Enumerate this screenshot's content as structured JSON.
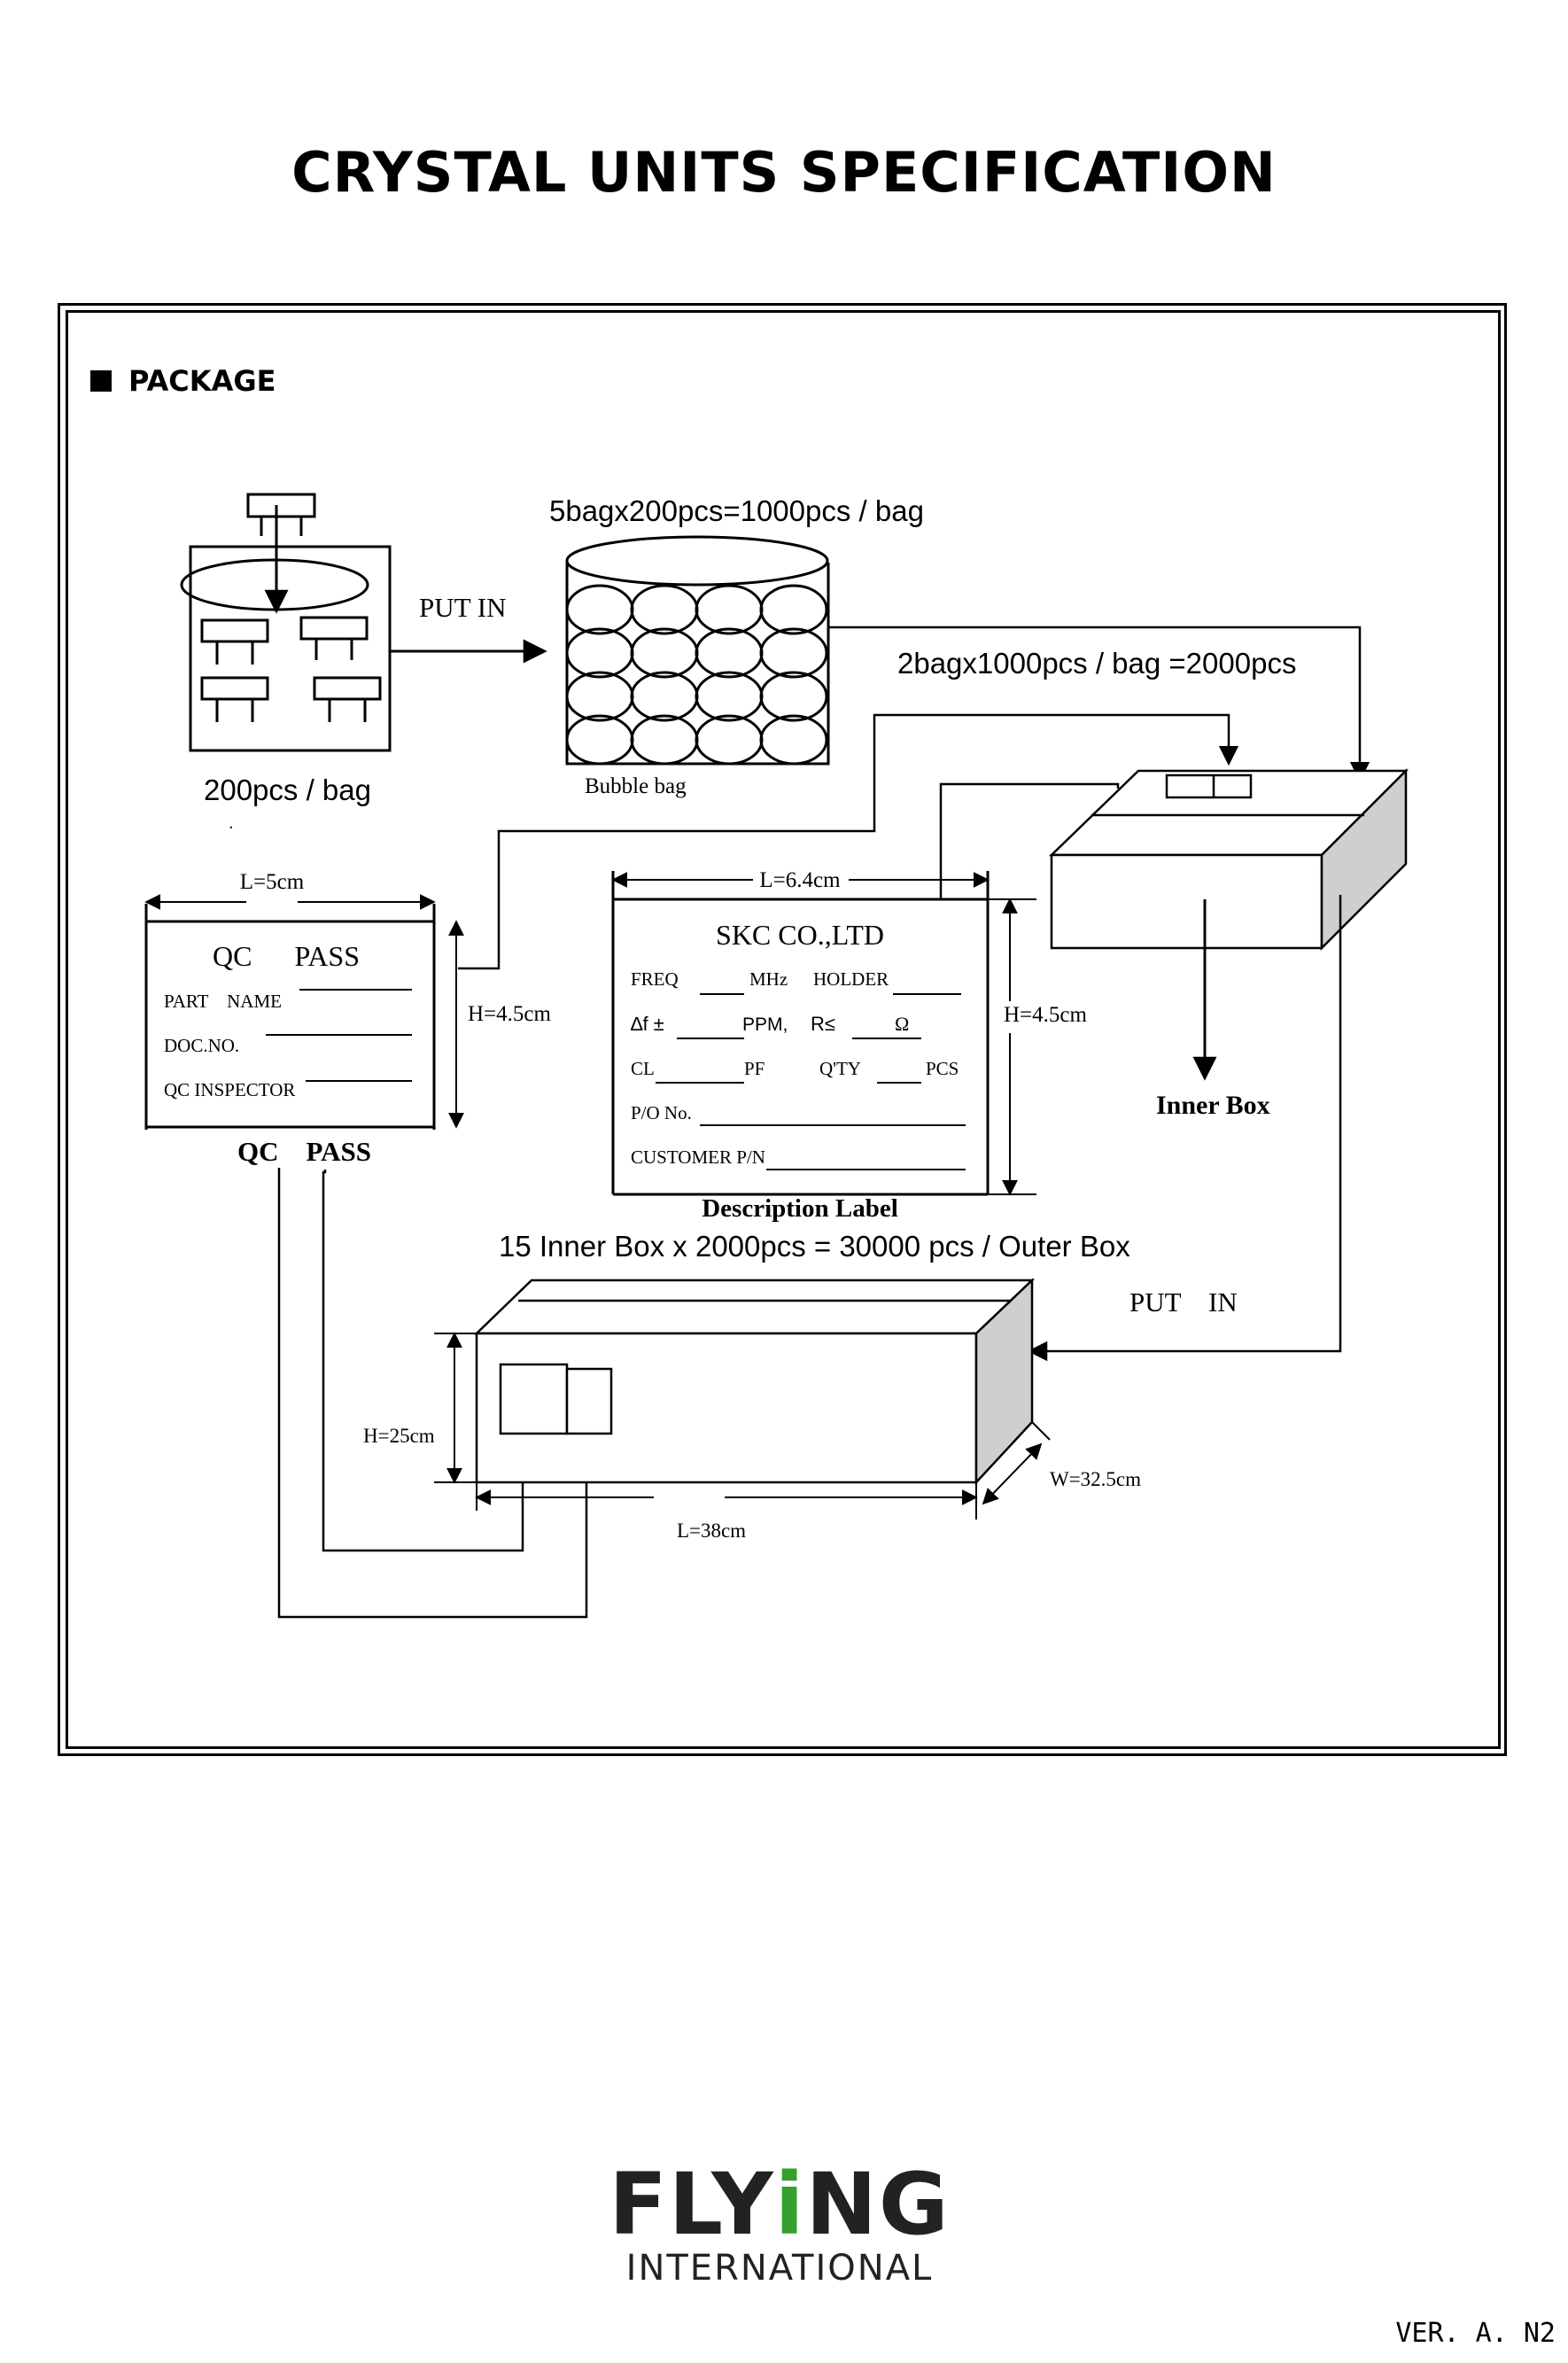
{
  "title": "CRYSTAL UNITS SPECIFICATION",
  "section": {
    "label": "PACKAGE",
    "bullet_icon": "square-bullet-icon"
  },
  "diagram": {
    "single_bag": {
      "caption": "200pcs / bag",
      "dot": "."
    },
    "put_in_1": "PUT IN",
    "bubble_bag": {
      "heading": "5bagx200pcs=1000pcs / bag",
      "caption": "Bubble bag"
    },
    "to_inner_box": "2bagx1000pcs / bag =2000pcs",
    "qc_label": {
      "length": "L=5cm",
      "height": "H=4.5cm",
      "heading": "QC      PASS",
      "fields": [
        "PART    NAME",
        "DOC.NO.",
        "QC INSPECTOR"
      ],
      "caption": "QC    PASS"
    },
    "description_label": {
      "length": "L=6.4cm",
      "height": "H=4.5cm",
      "company": "SKC CO.,LTD",
      "freq": "FREQ",
      "mhz": "MHz",
      "holder": "HOLDER",
      "delta_f": "∆f ±",
      "ppm": "PPM,",
      "r_le": "R≤",
      "ohm": "Ω",
      "cl": "CL",
      "pf": "PF",
      "qty": "Q'TY",
      "pcs": "PCS",
      "po": "P/O No.",
      "customer": "CUSTOMER P/N",
      "caption": "Description Label"
    },
    "inner_box": {
      "caption": "Inner Box"
    },
    "outer_box": {
      "heading": "15 Inner Box x 2000pcs = 30000 pcs / Outer Box",
      "put_in": "PUT    IN",
      "height": "H=25cm",
      "length": "L=38cm",
      "width": "W=32.5cm"
    }
  },
  "logo": {
    "main_prefix": "FLY",
    "main_i": "i",
    "main_suffix": "NG",
    "sub": "INTERNATIONAL",
    "accent_color": "#33a02c"
  },
  "version": "VER. A. N2"
}
